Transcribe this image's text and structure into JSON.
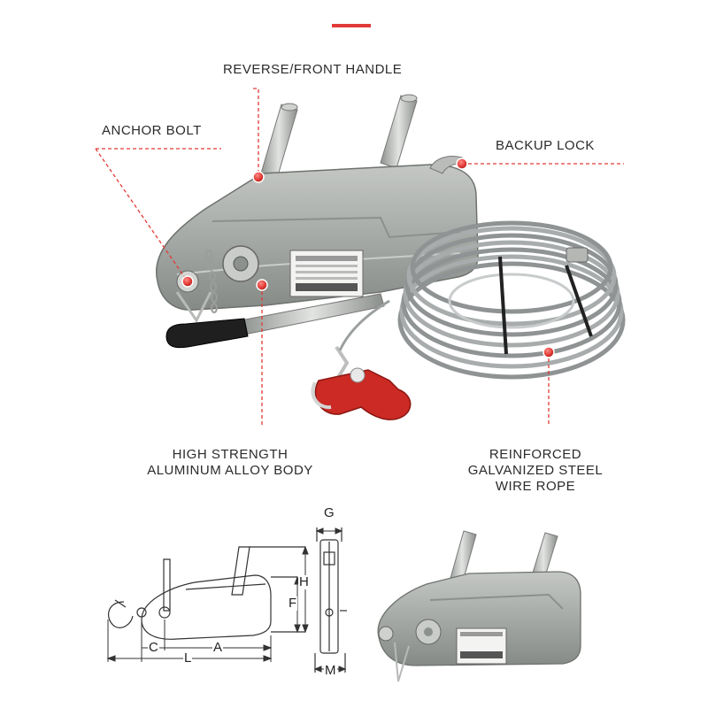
{
  "colors": {
    "accent": "#e23a36",
    "body": "#a9aca8",
    "body_dark": "#7d817d",
    "hook": "#cc2a24",
    "rope": "#8f9394"
  },
  "callouts": {
    "reverse_front_handle": "REVERSE/FRONT HANDLE",
    "anchor_bolt": "ANCHOR BOLT",
    "backup_lock": "BACKUP LOCK",
    "body_line1": "HIGH STRENGTH",
    "body_line2": "ALUMINUM ALLOY BODY",
    "rope_line1": "REINFORCED",
    "rope_line2": "GALVANIZED STEEL",
    "rope_line3": "WIRE ROPE"
  },
  "dimensions": {
    "g": "G",
    "h": "H",
    "f": "F",
    "c": "C",
    "a": "A",
    "l": "L",
    "m": "M"
  }
}
